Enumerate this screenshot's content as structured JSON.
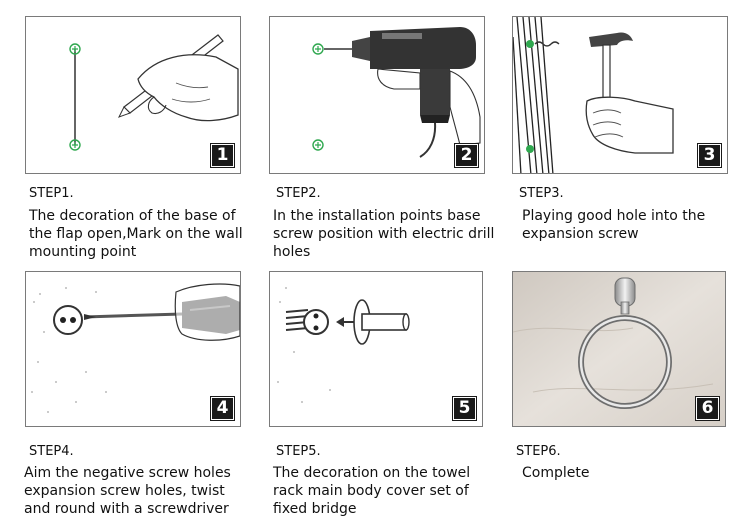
{
  "steps": [
    {
      "number": "1",
      "title": "STEP1.",
      "description": "The decoration of the base of\nthe flap open,Mark on the wall\nmounting point"
    },
    {
      "number": "2",
      "title": "STEP2.",
      "description": "In the installation points base\nscrew position with electric drill\nholes"
    },
    {
      "number": "3",
      "title": "STEP3.",
      "description": "Playing good hole into the\nexpansion screw"
    },
    {
      "number": "4",
      "title": "STEP4.",
      "description": "Aim the negative screw holes\nexpansion screw holes, twist\nand round with a screwdriver"
    },
    {
      "number": "5",
      "title": "STEP5.",
      "description": "The decoration on the towel\nrack main body cover set of\nfixed bridge"
    },
    {
      "number": "6",
      "title": "STEP6.",
      "description": "Complete"
    }
  ],
  "colors": {
    "marker_green": "#2fa84f",
    "badge": "#1a1a1a",
    "panel_border": "#7a7a7a"
  }
}
